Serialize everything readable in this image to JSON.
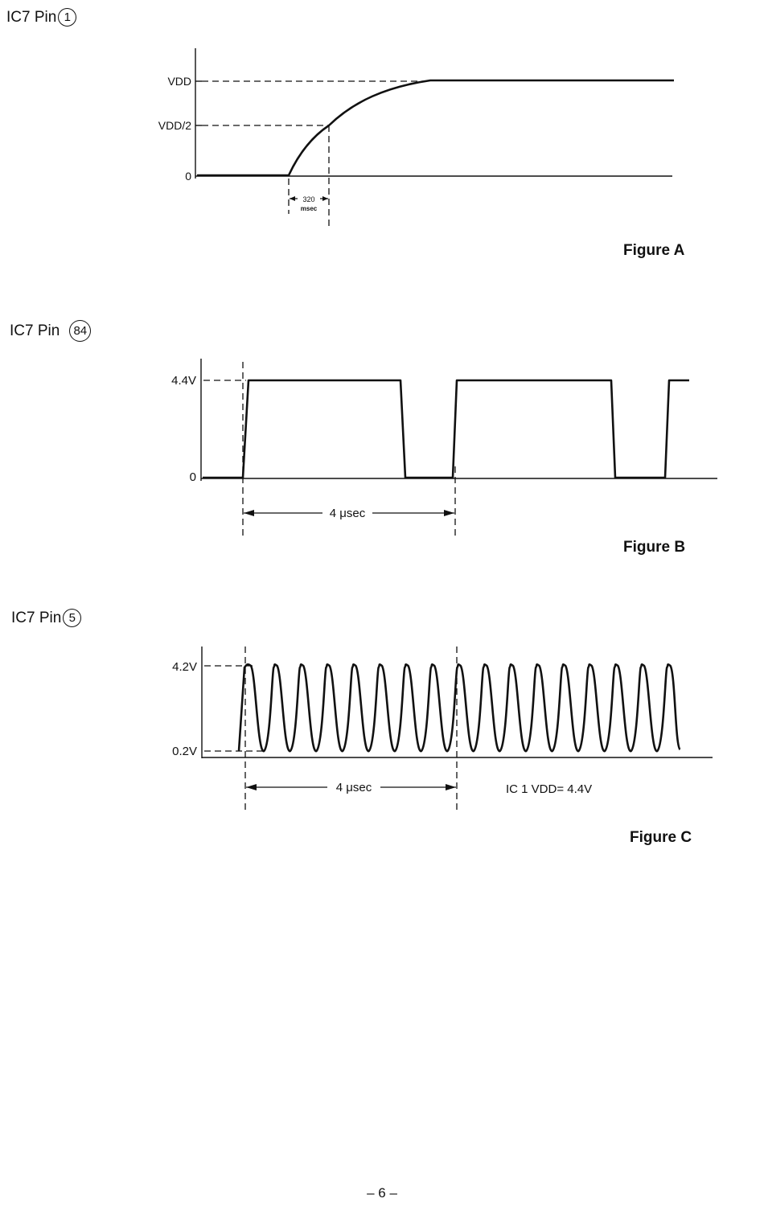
{
  "figure_a": {
    "pin_prefix": "IC7 Pin",
    "pin_number": "1",
    "y_levels": [
      "VDD",
      "VDD/2",
      "0"
    ],
    "interval_value": "320",
    "interval_unit": "msec",
    "caption": "Figure A"
  },
  "figure_b": {
    "pin_prefix": "IC7 Pin",
    "pin_number": "84",
    "y_levels": [
      "4.4V",
      "0"
    ],
    "period_label": "4 μsec",
    "caption": "Figure B"
  },
  "figure_c": {
    "pin_prefix": "IC7 Pin",
    "pin_number": "5",
    "y_levels": [
      "4.2V",
      "0.2V"
    ],
    "period_label": "4 μsec",
    "note": "IC 1  VDD= 4.4V",
    "caption": "Figure C"
  },
  "page_number": "– 6 –"
}
